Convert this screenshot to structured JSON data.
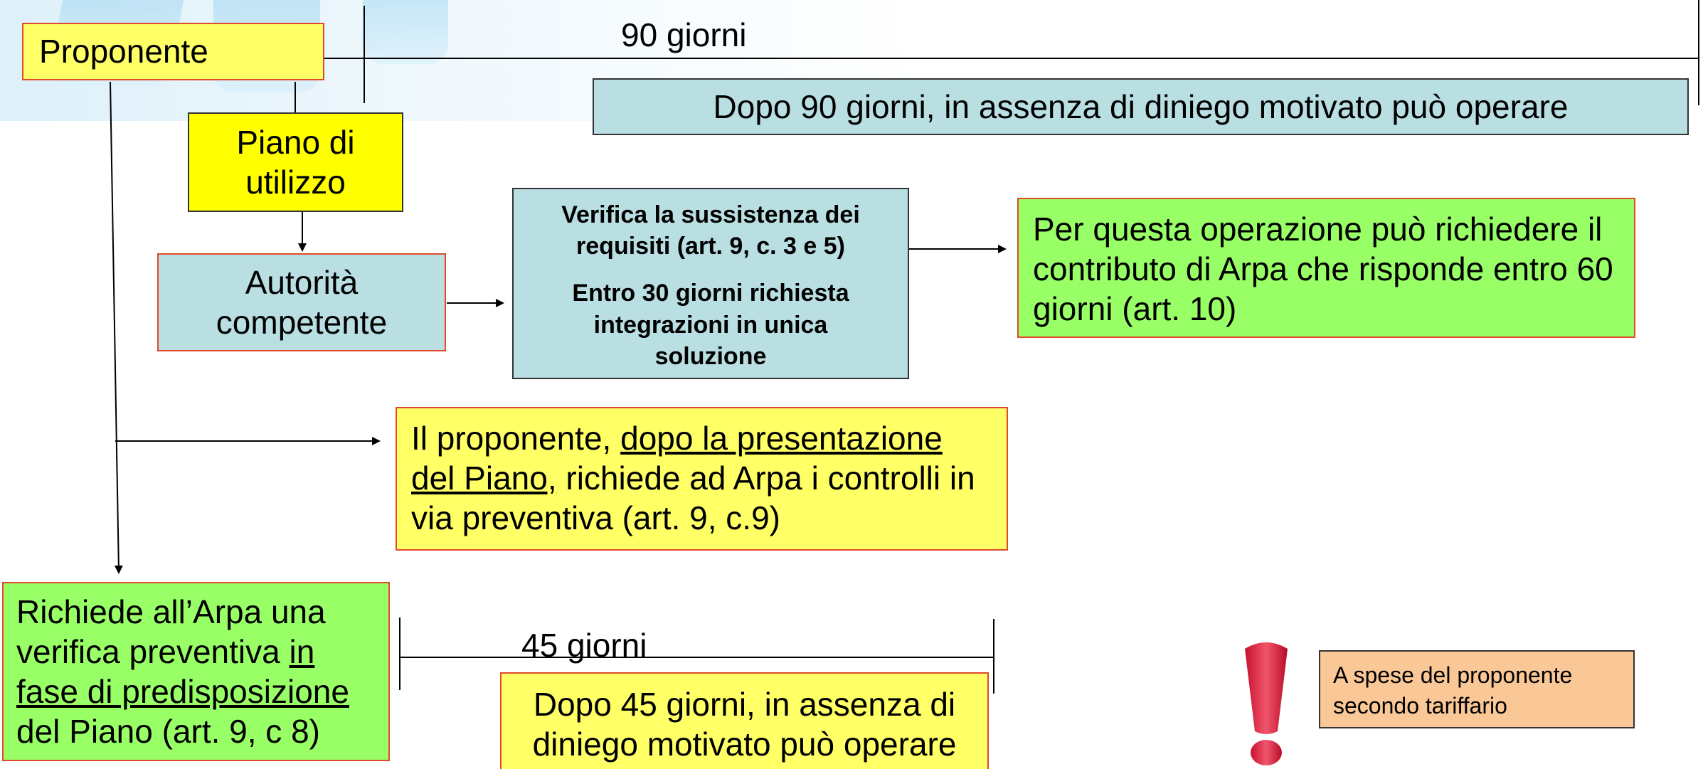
{
  "proponente": "Proponente",
  "timeline_90": "90 giorni",
  "dopo_90": "Dopo 90 giorni, in assenza di diniego motivato può operare",
  "piano": "Piano di utilizzo",
  "autorita": "Autorità competente",
  "verifica": {
    "line1": "Verifica la sussistenza dei requisiti (art. 9, c. 3 e 5)",
    "line2": "Entro 30 giorni richiesta integrazioni in unica soluzione"
  },
  "contributo": "Per questa operazione può richiedere il contributo di Arpa che risponde entro 60 giorni (art. 10)",
  "controlli": {
    "part1": "Il proponente, ",
    "underlined": "dopo la presentazione del Piano,",
    "part2": " richiede ad Arpa i controlli in via preventiva (art. 9, c.9)"
  },
  "richiede": {
    "part1": "Richiede all’Arpa una verifica preventiva ",
    "underlined": "in fase di predisposizione",
    "part2": " del Piano (art. 9, c 8)"
  },
  "timeline_45": "45 giorni",
  "dopo_45": "Dopo 45 giorni, in assenza di diniego motivato può operare",
  "alert_icon": "exclamation-icon",
  "spese": "A spese del proponente secondo tariffario",
  "colors": {
    "yellow": "#ffff00",
    "light_yellow": "#ffff66",
    "cyan": "#b9dfe3",
    "green": "#99ff66",
    "peach": "#fac796",
    "red": "#e8354a"
  }
}
